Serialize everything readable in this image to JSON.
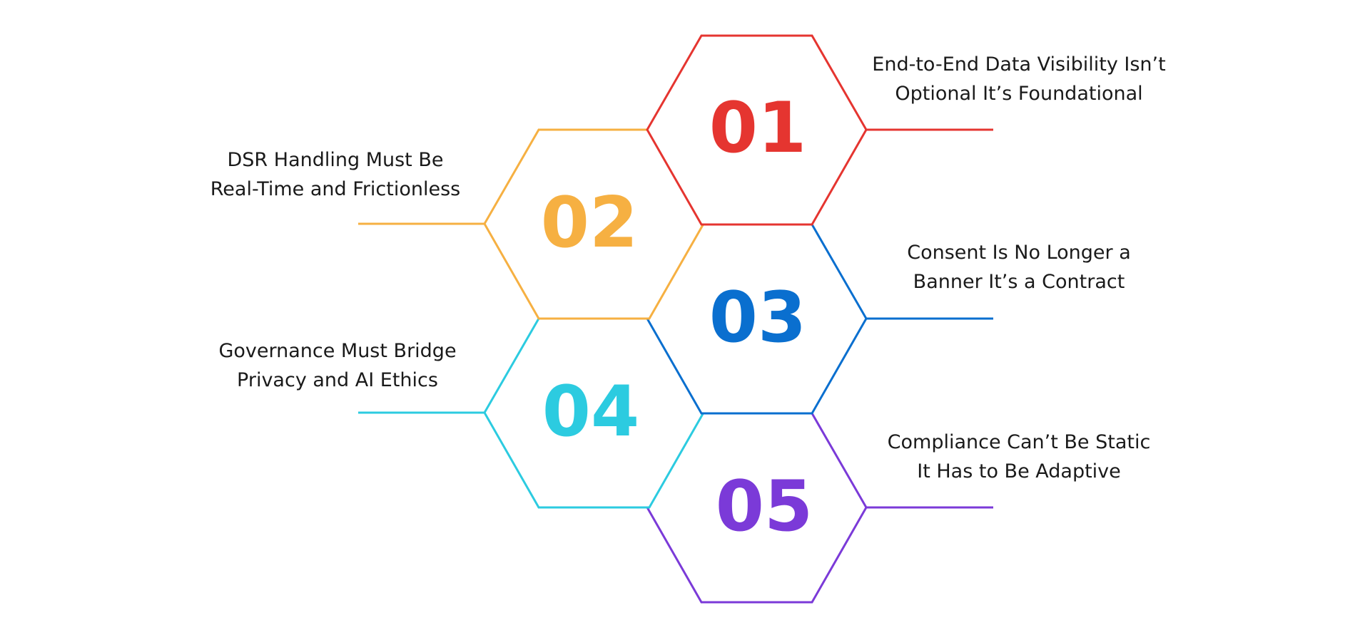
{
  "colors": {
    "step1": "#e53530",
    "step2": "#f6b042",
    "step3": "#0a6fcf",
    "step4": "#2ccbe0",
    "step5": "#7b3ad8"
  },
  "steps": [
    {
      "number": "01",
      "color_key": "step1",
      "line1": "End-to-End Data Visibility Isn’t",
      "line2": "Optional It’s Foundational"
    },
    {
      "number": "02",
      "color_key": "step2",
      "line1": "DSR Handling Must Be",
      "line2": "Real-Time and Frictionless"
    },
    {
      "number": "03",
      "color_key": "step3",
      "line1": "Consent Is No Longer a",
      "line2": "Banner It’s a Contract"
    },
    {
      "number": "04",
      "color_key": "step4",
      "line1": "Governance Must Bridge",
      "line2": "Privacy and AI Ethics"
    },
    {
      "number": "05",
      "color_key": "step5",
      "line1": "Compliance Can’t Be Static",
      "line2": "It Has to Be Adaptive"
    }
  ]
}
